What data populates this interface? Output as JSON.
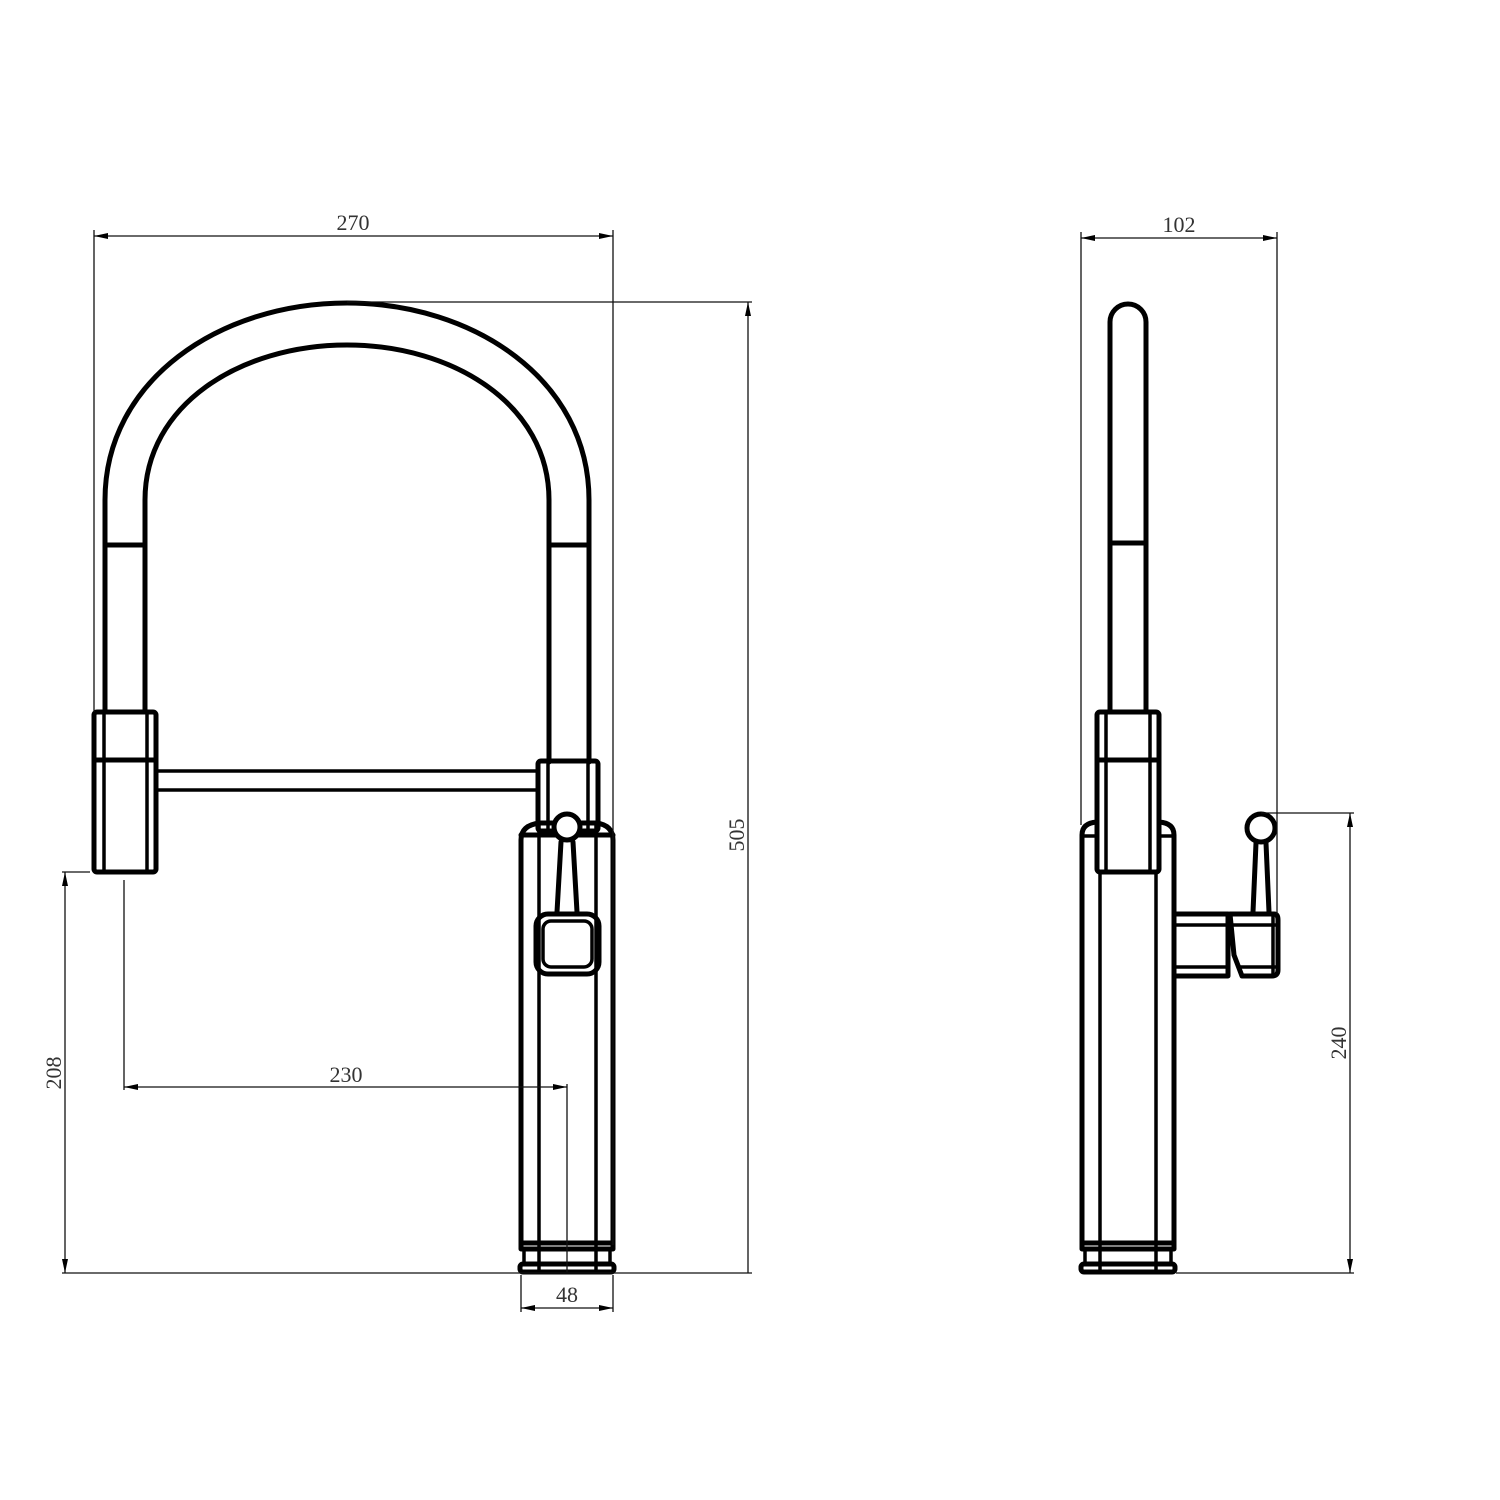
{
  "drawing": {
    "subject": "Pull-down kitchen faucet technical dimension drawing",
    "units": "mm",
    "line_color": "#000000",
    "background": "#ffffff",
    "views": [
      {
        "name": "Front view",
        "dimensions": {
          "overall_width": "270",
          "overall_height": "505",
          "spout_reach": "230",
          "spout_clearance_height": "208",
          "base_diameter": "48"
        }
      },
      {
        "name": "Side view",
        "dimensions": {
          "overall_depth": "102",
          "handle_height": "240"
        }
      }
    ]
  }
}
